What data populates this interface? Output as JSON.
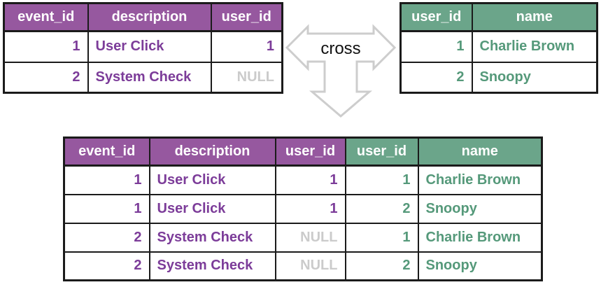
{
  "join_label": "cross",
  "colors": {
    "purple_header_bg": "#96589f",
    "purple_text": "#7c3c99",
    "green_header_bg": "#6ba58a",
    "green_text": "#55997a",
    "null_text": "#cbcbcb",
    "table_border": "#1b1b1b",
    "arrow_outline": "#cdcdcd",
    "header_text": "#ffffff"
  },
  "events_table": {
    "headers": [
      "event_id",
      "description",
      "user_id"
    ],
    "rows": [
      [
        "1",
        "User Click",
        "1"
      ],
      [
        "2",
        "System Check",
        "NULL"
      ]
    ]
  },
  "users_table": {
    "headers": [
      "user_id",
      "name"
    ],
    "rows": [
      [
        "1",
        "Charlie Brown"
      ],
      [
        "2",
        "Snoopy"
      ]
    ]
  },
  "result_table": {
    "headers": [
      "event_id",
      "description",
      "user_id",
      "user_id",
      "name"
    ],
    "rows": [
      [
        "1",
        "User Click",
        "1",
        "1",
        "Charlie Brown"
      ],
      [
        "1",
        "User Click",
        "1",
        "2",
        "Snoopy"
      ],
      [
        "2",
        "System Check",
        "NULL",
        "1",
        "Charlie Brown"
      ],
      [
        "2",
        "System Check",
        "NULL",
        "2",
        "Snoopy"
      ]
    ]
  }
}
